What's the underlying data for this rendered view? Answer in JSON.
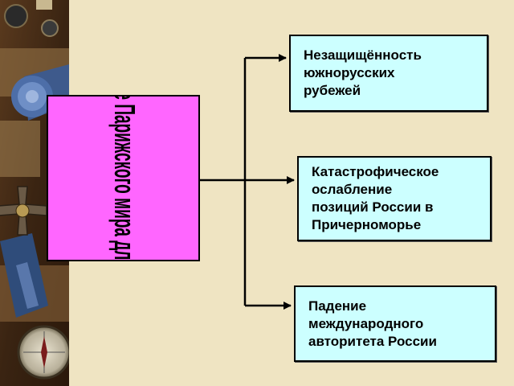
{
  "main_box": {
    "title": "Значение Парижского мира  для России",
    "color": "#ff66ff"
  },
  "outcomes": [
    {
      "lines": [
        "Незащищённость",
        "южнорусских",
        "рубежей"
      ]
    },
    {
      "lines": [
        "Катастрофическое",
        "ослабление",
        "позиций России  в",
        "Причерноморье"
      ]
    },
    {
      "lines": [
        "Падение",
        "международного",
        "авторитета  России"
      ]
    }
  ],
  "colors": {
    "background": "#efe4c2",
    "box_fill": "#ccffff",
    "connector": "#000000"
  },
  "decoration": {
    "left_strip": "collage-of-military-medals-and-compass"
  }
}
